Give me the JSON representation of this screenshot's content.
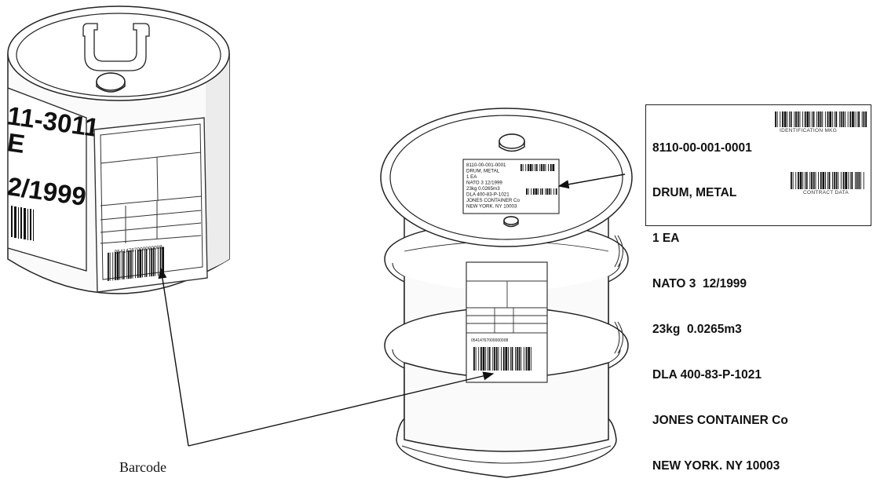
{
  "callout": {
    "lines": [
      "8110-00-001-0001",
      "DRUM, METAL",
      "1 EA",
      "NATO 3  12/1999",
      "23kg  0.0265m3",
      "DLA 400-83-P-1021",
      "JONES CONTAINER Co",
      "NEW YORK. NY 10003"
    ],
    "identification_caption": "IDENTIFICATION MKG",
    "contract_caption": "CONTRACT DATA"
  },
  "drum_label": {
    "lines": [
      "8110-00-001-0001",
      "DRUM, METAL",
      "1 EA",
      "NATO 3  12/1999",
      "23kg  0.0265m3",
      "DLA 400-83-P-1021",
      "JONES CONTAINER Co",
      "NEW YORK. NY 10003"
    ]
  },
  "small_can_label": {
    "big_text_1": "11-3011",
    "big_text_2": "E",
    "big_text_3": "2/1999"
  },
  "shipping_label": {
    "number": "05414767000000008"
  },
  "barcode_caption": "Barcode"
}
